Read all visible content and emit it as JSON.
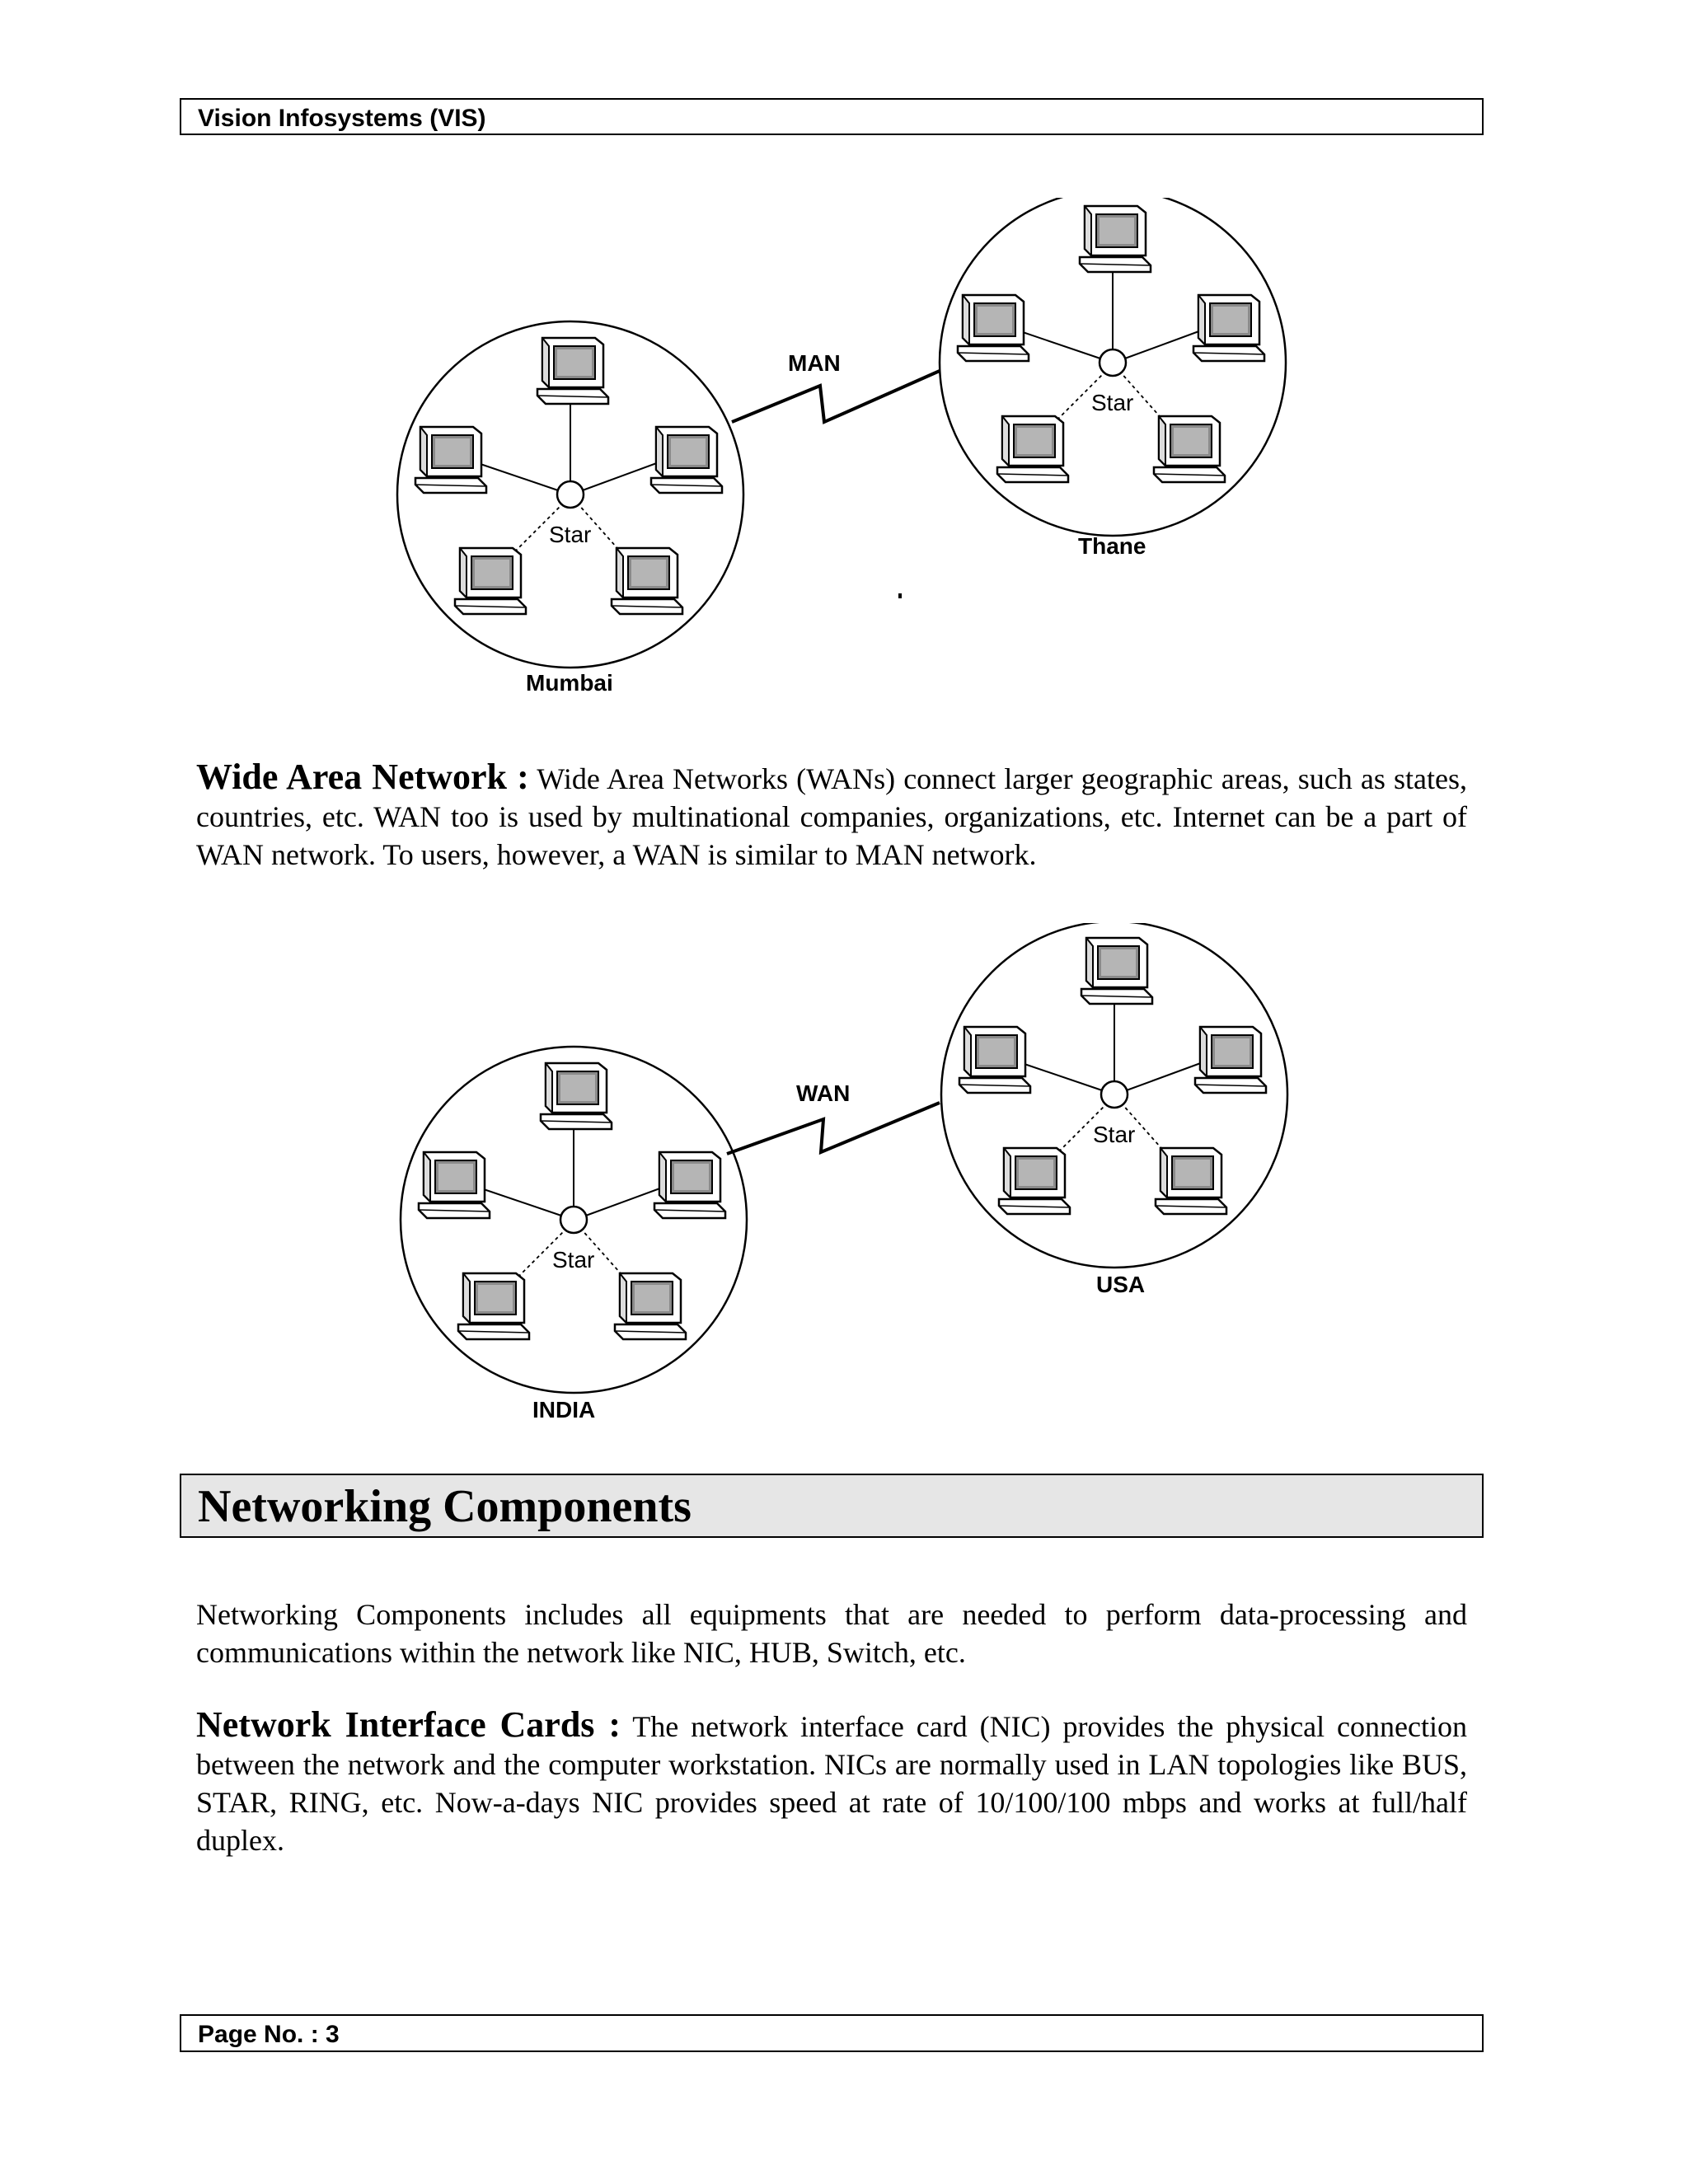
{
  "header": {
    "title": "Vision Infosystems (VIS)"
  },
  "figures": [
    {
      "link_label": "MAN",
      "left_network": {
        "hub_label": "Star",
        "city": "Mumbai"
      },
      "right_network": {
        "hub_label": "Star",
        "city": "Thane"
      }
    },
    {
      "link_label": "WAN",
      "left_network": {
        "hub_label": "Star",
        "city": "INDIA"
      },
      "right_network": {
        "hub_label": "Star",
        "city": "USA"
      }
    }
  ],
  "wan_paragraph": {
    "term": "Wide Area Network :",
    "text": " Wide Area Networks (WANs) connect larger geographic areas, such as states, countries, etc. WAN too is used by multinational companies, organizations, etc. Internet can be a part of WAN network. To users, however, a WAN is similar to MAN network."
  },
  "section": {
    "title": "Networking Components"
  },
  "components_paragraph": {
    "text": "Networking Components includes all equipments that are needed to perform data-processing and communications within the network like NIC, HUB, Switch, etc."
  },
  "nic_paragraph": {
    "term": "Network Interface Cards :",
    "text": " The network interface card (NIC) provides the physical connection between the network and the computer workstation. NICs are normally used in LAN topologies like BUS, STAR, RING, etc. Now-a-days NIC provides speed at rate of 10/100/100 mbps and works at full/half duplex."
  },
  "footer": {
    "page_label": "Page No. : 3"
  }
}
